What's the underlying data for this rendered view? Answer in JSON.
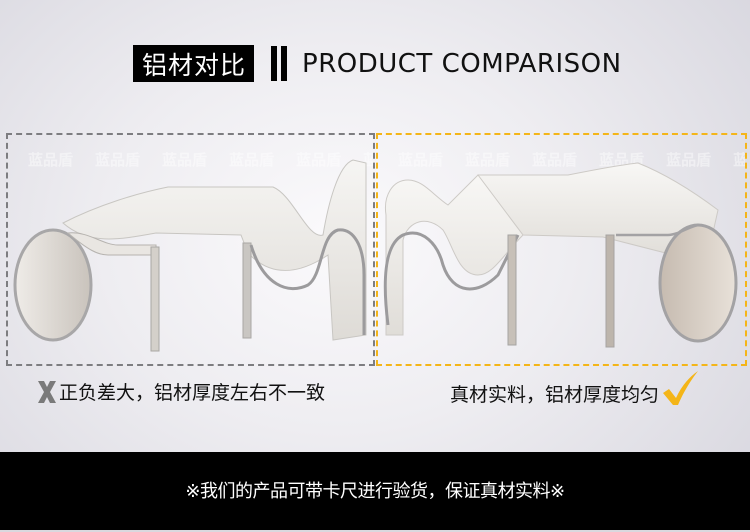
{
  "header": {
    "title_cn": "铝材对比",
    "title_en": "PRODUCT COMPARISON"
  },
  "panels": {
    "left": {
      "border_color": "#7d7d80",
      "border_style": "dashed",
      "watermark": "蓝品盾",
      "image_desc": "aluminum-profile-uneven-thickness"
    },
    "right": {
      "border_color": "#f4b518",
      "border_style": "dashed",
      "watermark": "蓝品盾",
      "image_desc": "aluminum-profile-uniform-thickness"
    }
  },
  "captions": {
    "left": {
      "icon": "x-icon",
      "icon_color": "#7a7a7a",
      "text": "正负差大，铝材厚度左右不一致"
    },
    "right": {
      "icon": "check-icon",
      "icon_color": "#f4b518",
      "text": "真材实料，铝材厚度均匀"
    }
  },
  "footer": {
    "text": "※我们的产品可带卡尺进行验货，保证真材实料※",
    "background": "#000000",
    "color": "#ffffff"
  }
}
